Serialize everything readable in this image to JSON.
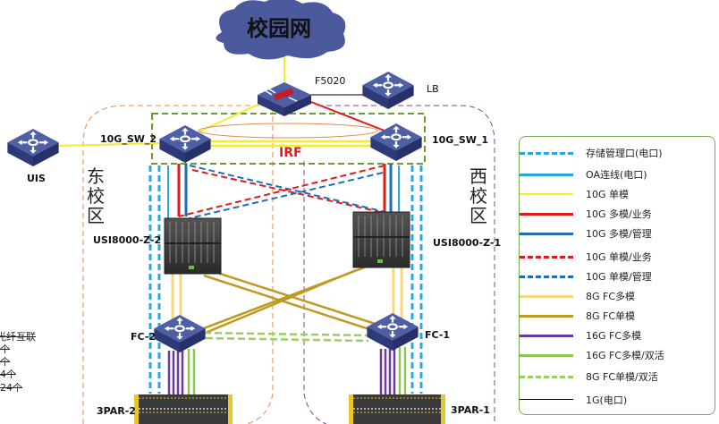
{
  "cloud": {
    "label": "校园网",
    "color": "#4a5a9c"
  },
  "devices": {
    "firewall": {
      "label": "F5020"
    },
    "lb": {
      "label": "LB"
    },
    "uis": {
      "label": "UIS"
    },
    "sw2": {
      "label": "10G_SW_2"
    },
    "sw1": {
      "label": "10G_SW_1"
    },
    "blade2": {
      "label": "USI8000-Z-2"
    },
    "blade1": {
      "label": "USI8000-Z-1"
    },
    "fc2": {
      "label": "FC-2"
    },
    "fc1": {
      "label": "FC-1"
    },
    "storage2": {
      "label": "3PAR-2"
    },
    "storage1": {
      "label": "3PAR-1"
    }
  },
  "irf_label": "IRF",
  "zones": {
    "east": {
      "chars": [
        "东",
        "校",
        "区"
      ],
      "color": "#e08a4a"
    },
    "west": {
      "chars": [
        "西",
        "校",
        "区"
      ],
      "color": "#7a4a9a"
    }
  },
  "side_notes": [
    "光纤互联",
    "个",
    "个",
    "4个",
    "24个"
  ],
  "legend": [
    {
      "label": "存储管理口(电口)",
      "color": "#29a8e0",
      "style": "dashed",
      "width": 3
    },
    {
      "label": "OA连线(电口)",
      "color": "#29a8e0",
      "style": "solid",
      "width": 3
    },
    {
      "label": "10G 单模",
      "color": "#f5ec2a",
      "style": "solid",
      "width": 2
    },
    {
      "label": "10G 多模/业务",
      "color": "#e0191b",
      "style": "solid",
      "width": 3
    },
    {
      "label": "10G 多模/管理",
      "color": "#1f6eb5",
      "style": "solid",
      "width": 3
    },
    {
      "label": "10G 单模/业务",
      "color": "#e0191b",
      "style": "dashed",
      "width": 3
    },
    {
      "label": "10G 单模/管理",
      "color": "#1f6eb5",
      "style": "dashed",
      "width": 3
    },
    {
      "label": "8G FC多模",
      "color": "#f5d87a",
      "style": "solid",
      "width": 3
    },
    {
      "label": "8G FC单模",
      "color": "#c09a20",
      "style": "solid",
      "width": 3
    },
    {
      "label": "16G FC多模",
      "color": "#6a3a9a",
      "style": "solid",
      "width": 3
    },
    {
      "label": "16G FC多模/双活",
      "color": "#8cc850",
      "style": "solid",
      "width": 3
    },
    {
      "label": "8G FC单模/双活",
      "color": "#9ad060",
      "style": "dashed",
      "width": 3
    },
    {
      "label": "1G(电口)",
      "color": "#000000",
      "style": "solid",
      "width": 1
    }
  ]
}
